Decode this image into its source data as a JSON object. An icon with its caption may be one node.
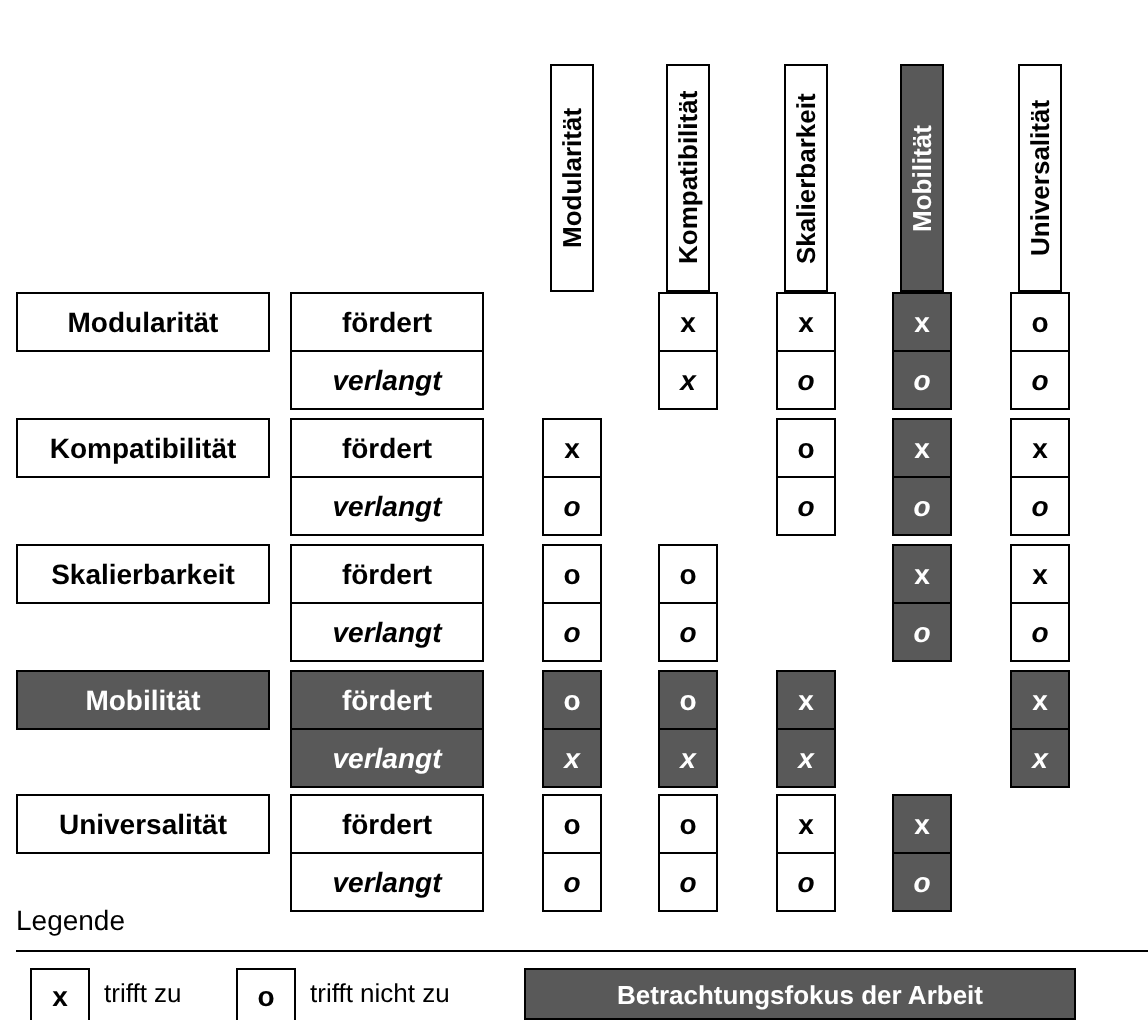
{
  "diagram": {
    "nodes": [
      {
        "text": [
          "Modularität"
        ]
      },
      {
        "text": [
          "Kompatibilität"
        ]
      },
      {
        "text": [
          "Skalierbarkeit"
        ]
      },
      {
        "text": [
          "Mobilität"
        ]
      },
      {
        "text": [
          "Universalität"
        ]
      },
      {
        "text": [
          "Modularität"
        ]
      },
      {
        "text": [
          "fördert"
        ]
      },
      {
        "text": [
          "x"
        ]
      },
      {
        "text": [
          "x"
        ]
      },
      {
        "text": [
          "x"
        ]
      },
      {
        "text": [
          "o"
        ]
      },
      {
        "text": [
          "verlangt"
        ]
      },
      {
        "text": [
          "x"
        ]
      },
      {
        "text": [
          "o"
        ]
      },
      {
        "text": [
          "o"
        ]
      },
      {
        "text": [
          "o"
        ]
      },
      {
        "text": [
          "Kompatibilität"
        ]
      },
      {
        "text": [
          "fördert"
        ]
      },
      {
        "text": [
          "x"
        ]
      },
      {
        "text": [
          "o"
        ]
      },
      {
        "text": [
          "x"
        ]
      },
      {
        "text": [
          "x"
        ]
      },
      {
        "text": [
          "verlangt"
        ]
      },
      {
        "text": [
          "o"
        ]
      },
      {
        "text": [
          "o"
        ]
      },
      {
        "text": [
          "o"
        ]
      },
      {
        "text": [
          "o"
        ]
      },
      {
        "text": [
          "Skalierbarkeit"
        ]
      },
      {
        "text": [
          "fördert"
        ]
      },
      {
        "text": [
          "o"
        ]
      },
      {
        "text": [
          "o"
        ]
      },
      {
        "text": [
          "x"
        ]
      },
      {
        "text": [
          "x"
        ]
      },
      {
        "text": [
          "verlangt"
        ]
      },
      {
        "text": [
          "o"
        ]
      },
      {
        "text": [
          "o"
        ]
      },
      {
        "text": [
          "o"
        ]
      },
      {
        "text": [
          "o"
        ]
      },
      {
        "text": [
          "Mobilität"
        ]
      },
      {
        "text": [
          "fördert"
        ]
      },
      {
        "text": [
          "o"
        ]
      },
      {
        "text": [
          "o"
        ]
      },
      {
        "text": [
          "x"
        ]
      },
      {
        "text": [
          "x"
        ]
      },
      {
        "text": [
          "verlangt"
        ]
      },
      {
        "text": [
          "x"
        ]
      },
      {
        "text": [
          "x"
        ]
      },
      {
        "text": [
          "x"
        ]
      },
      {
        "text": [
          "x"
        ]
      },
      {
        "text": [
          "Universalität"
        ]
      },
      {
        "text": [
          "fördert"
        ]
      },
      {
        "text": [
          "o"
        ]
      },
      {
        "text": [
          "o"
        ]
      },
      {
        "text": [
          "x"
        ]
      },
      {
        "text": [
          "x"
        ]
      },
      {
        "text": [
          "verlangt"
        ]
      },
      {
        "text": [
          "o"
        ]
      },
      {
        "text": [
          "o"
        ]
      },
      {
        "text": [
          "o"
        ]
      },
      {
        "text": [
          "o"
        ]
      }
    ],
    "labels": [
      "Legende",
      "x",
      "o"
    ],
    "legend": [
      {
        "text": "trifft zu"
      },
      {
        "text": "trifft nicht zu"
      },
      {
        "text": "Betrachtungsfokus der Arbeit",
        "color": "#595959"
      }
    ]
  }
}
